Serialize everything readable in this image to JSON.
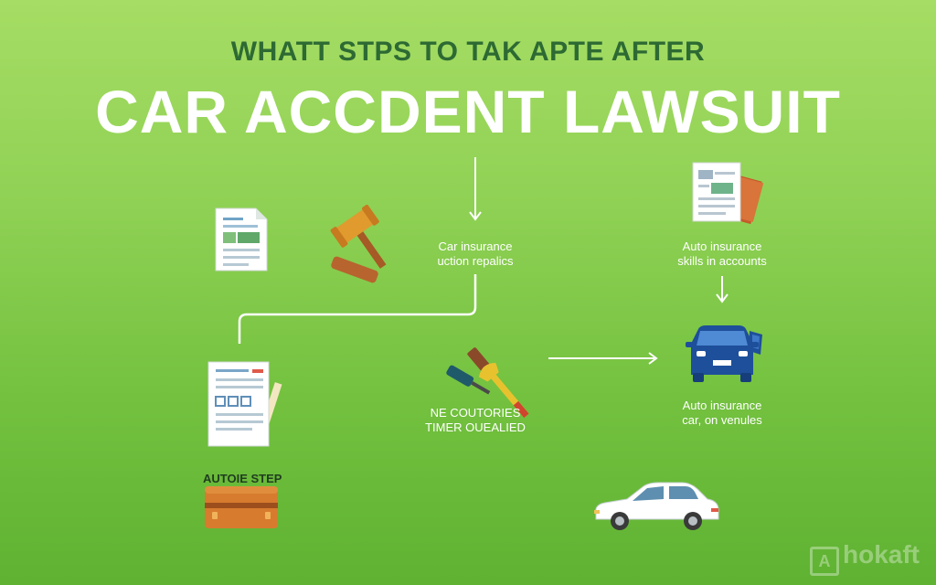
{
  "header": {
    "subtitle": "WHATT STPS TO TAK APTE AFTER",
    "title": "CAR ACCDENT LAWSUIT"
  },
  "steps": [
    {
      "line1": "Car insurance",
      "line2": "uction repalics"
    },
    {
      "line1": "Auto insurance",
      "line2": "skills in accounts"
    },
    {
      "line1": "NE COUTORIES",
      "line2": "TIMER OUEALIED"
    },
    {
      "line1": "Auto insurance",
      "line2": "car, on venules"
    },
    {
      "line1": "AUTOIE STEP"
    }
  ],
  "icons": [
    "document-icon",
    "gavel-icon",
    "documents-folder-icon",
    "car-front-icon",
    "form-document-icon",
    "tools-icon",
    "briefcase-icon",
    "sedan-car-icon"
  ],
  "colors": {
    "background_top": "#a6dd64",
    "background_bottom": "#5fb232",
    "subtitle": "#2d6a33",
    "title": "#ffffff",
    "car_blue": "#1e4f9a",
    "gavel_orange": "#c9712d",
    "briefcase": "#d77b2f"
  },
  "watermark": {
    "symbol": "A",
    "text": "hokaft"
  }
}
